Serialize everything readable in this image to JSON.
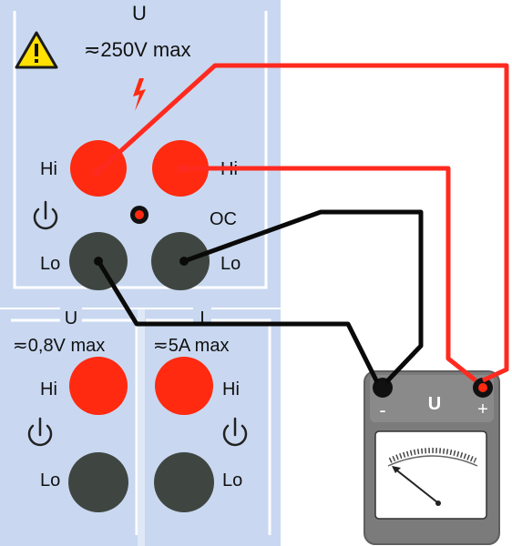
{
  "top_panel": {
    "title": "U",
    "rating": "≂250V max",
    "hi_label_left": "Hi",
    "hi_label_right": "Hi",
    "lo_label_left": "Lo",
    "lo_label_right": "Lo",
    "oc_label": "OC",
    "warning_icon": "warning-triangle-icon",
    "hazard_icon": "lightning-icon",
    "power_icon": "power-icon"
  },
  "bottom_left_panel": {
    "title": "U",
    "rating": "≂0,8V max",
    "hi_label": "Hi",
    "lo_label": "Lo",
    "power_icon": "power-icon"
  },
  "bottom_right_panel": {
    "title": "I",
    "rating": "≂5A max",
    "hi_label": "Hi",
    "lo_label": "Lo",
    "power_icon": "power-icon"
  },
  "voltmeter": {
    "minus_label": "-",
    "plus_label": "+",
    "title": "U"
  },
  "colors": {
    "panel": "#c8d8f0",
    "red_socket": "#ff2a10",
    "black_socket": "#3f4642",
    "red_wire": "#ff2a1f",
    "black_wire": "#0a0a0a",
    "meter_body": "#7b7b7b"
  }
}
